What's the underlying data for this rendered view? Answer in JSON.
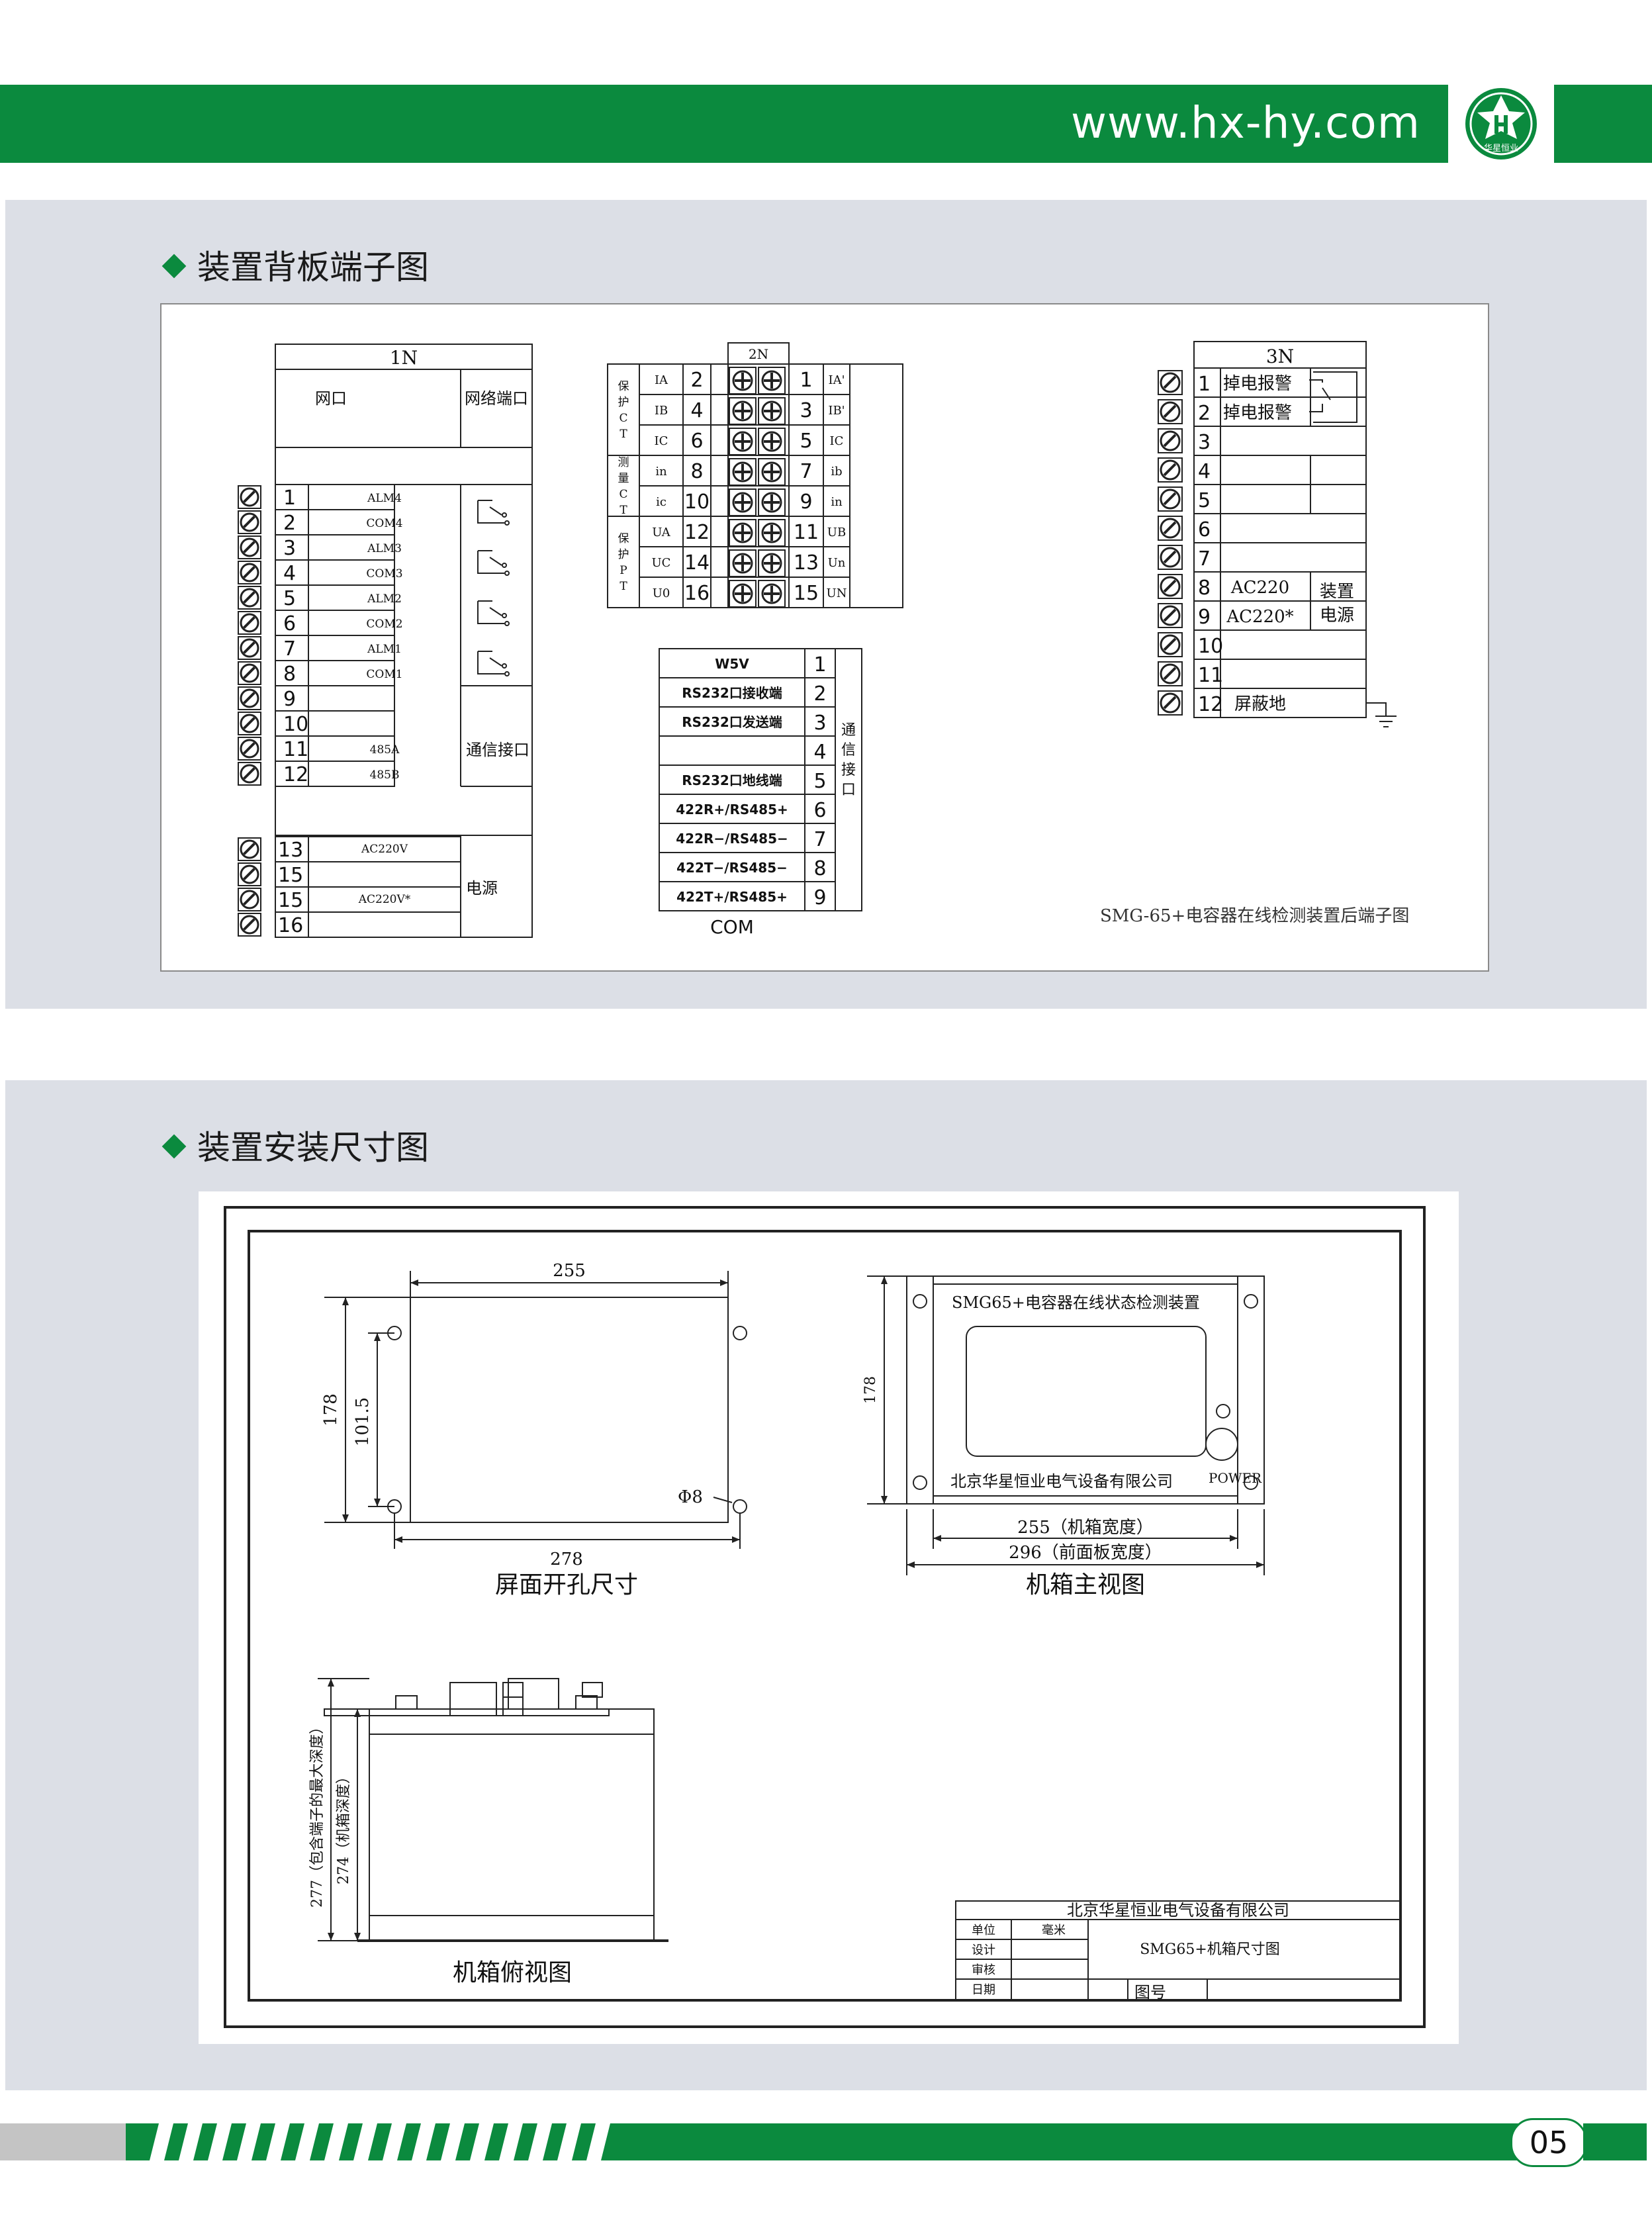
{
  "header": {
    "url": "www.hx-hy.com",
    "logo_caption": "华星恒业"
  },
  "section1": {
    "title": "装置背板端子图",
    "block_1n": {
      "title": "1N",
      "col_netport": "网口",
      "col_netterm": "网络端口",
      "rows": [
        {
          "n": "1",
          "s": "ALM4"
        },
        {
          "n": "2",
          "s": "COM4"
        },
        {
          "n": "3",
          "s": "ALM3"
        },
        {
          "n": "4",
          "s": "COM3"
        },
        {
          "n": "5",
          "s": "ALM2"
        },
        {
          "n": "6",
          "s": "COM2"
        },
        {
          "n": "7",
          "s": "ALM1"
        },
        {
          "n": "8",
          "s": "COM1"
        },
        {
          "n": "9",
          "s": ""
        },
        {
          "n": "10",
          "s": ""
        },
        {
          "n": "11",
          "s": "485A"
        },
        {
          "n": "12",
          "s": "485B"
        }
      ],
      "comm_label": "通信接口",
      "power_rows": [
        {
          "n": "13",
          "s": "AC220V"
        },
        {
          "n": "15",
          "s": ""
        },
        {
          "n": "15",
          "s": "AC220V*"
        },
        {
          "n": "16",
          "s": ""
        }
      ],
      "power_label": "电源"
    },
    "block_2n": {
      "title": "2N",
      "groups": [
        "保护CT",
        "测量CT",
        "保护PT"
      ],
      "left_labels": [
        "IA",
        "IB",
        "IC",
        "in",
        "ic",
        "UA",
        "UC",
        "U0"
      ],
      "left_nums": [
        "2",
        "4",
        "6",
        "8",
        "10",
        "12",
        "14",
        "16"
      ],
      "right_nums": [
        "1",
        "3",
        "5",
        "7",
        "9",
        "11",
        "13",
        "15"
      ],
      "right_labels": [
        "IA'",
        "IB'",
        "IC",
        "ib",
        "in",
        "UB",
        "Un",
        "UN"
      ]
    },
    "block_com": {
      "rows": [
        "W5V",
        "RS232口接收端",
        "RS232口发送端",
        "",
        "RS232口地线端",
        "422R+/RS485+",
        "422R−/RS485−",
        "422T−/RS485−",
        "422T+/RS485+"
      ],
      "nums": [
        "1",
        "2",
        "3",
        "4",
        "5",
        "6",
        "7",
        "8",
        "9"
      ],
      "side_label": "通信接口",
      "caption": "COM"
    },
    "block_3n": {
      "title": "3N",
      "rows": [
        {
          "n": "1",
          "s": "掉电报警"
        },
        {
          "n": "2",
          "s": "掉电报警"
        },
        {
          "n": "3",
          "s": ""
        },
        {
          "n": "4",
          "s": ""
        },
        {
          "n": "5",
          "s": ""
        },
        {
          "n": "6",
          "s": ""
        },
        {
          "n": "7",
          "s": ""
        },
        {
          "n": "8",
          "s": "AC220"
        },
        {
          "n": "9",
          "s": "AC220*"
        },
        {
          "n": "10",
          "s": ""
        },
        {
          "n": "11",
          "s": ""
        },
        {
          "n": "12",
          "s": "屏蔽地"
        }
      ],
      "power_label_1": "装置",
      "power_label_2": "电源"
    },
    "caption": "SMG-65+电容器在线检测装置后端子图"
  },
  "section2": {
    "title": "装置安装尺寸图",
    "cutout": {
      "width_top": "255",
      "height_outer": "178",
      "height_inner": "101.5",
      "hole": "Φ8",
      "width_bottom": "278",
      "caption": "屏面开孔尺寸"
    },
    "front": {
      "device_name": "SMG65+电容器在线状态检测装置",
      "company": "北京华星恒业电气设备有限公司",
      "power": "POWER",
      "height": "178",
      "dim_box": "255（机箱宽度）",
      "dim_panel": "296（前面板宽度）",
      "caption": "机箱主视图"
    },
    "top": {
      "depth_max": "277（包含端子的最大深度）",
      "depth_box": "274（机箱深度）",
      "caption": "机箱俯视图"
    },
    "titleblock": {
      "company": "北京华星恒业电气设备有限公司",
      "unit_label": "单位",
      "unit_value": "毫米",
      "design_label": "设计",
      "review_label": "审核",
      "date_label": "日期",
      "drawing_name": "SMG65+机箱尺寸图",
      "drawing_no_label": "图号"
    }
  },
  "footer": {
    "page_number": "05"
  },
  "colors": {
    "brand_green": "#0b8a3e",
    "section_bg": "#dcdfe6"
  }
}
